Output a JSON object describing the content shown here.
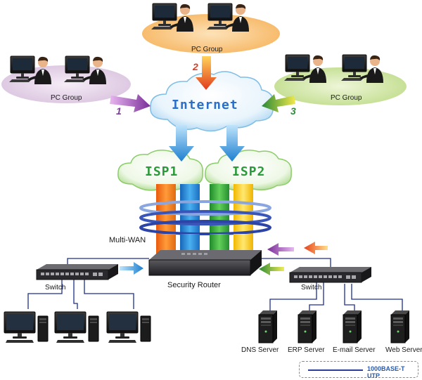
{
  "labels": {
    "pc_group_top": "PC Group",
    "pc_group_left": "PC Group",
    "pc_group_right": "PC Group",
    "internet": "Internet",
    "isp1": "ISP1",
    "isp2": "ISP2",
    "multi_wan": "Multi-WAN",
    "security_router": "Security Router",
    "switch_left": "Switch",
    "switch_right": "Switch",
    "dns_server": "DNS Server",
    "erp_server": "ERP Server",
    "email_server": "E-mail Server",
    "web_server": "Web Server"
  },
  "steps": {
    "one": "1",
    "two": "2",
    "three": "3"
  },
  "legend": {
    "utp": "1000BASE-T UTP"
  },
  "colors": {
    "cable": "#1d2f8a",
    "step1": "#7b3f9a",
    "step2": "#d6402a",
    "step3": "#2f8a3a",
    "internet_text": "#2c6fc9",
    "isp1_text": "#2a9a3a",
    "isp2_text": "#2a9a3a",
    "blue_arrow": "#2a8fd8",
    "ring": "#3a55b8"
  },
  "icons": [
    "desktop-monitor-icon",
    "person-icon",
    "desktop-tower-icon",
    "server-icon",
    "switch-icon",
    "router-icon",
    "cloud-icon",
    "arrow-icon"
  ]
}
